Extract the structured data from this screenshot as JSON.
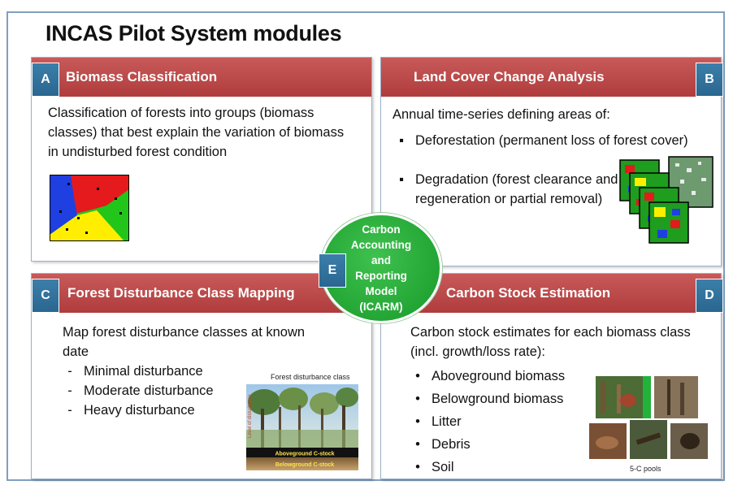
{
  "title": "INCAS Pilot System modules",
  "panels": {
    "a": {
      "badge": "A",
      "header": "Biomass Classification",
      "body": "Classification of forests into groups (biomass classes) that best explain the variation of biomass in undisturbed forest condition"
    },
    "b": {
      "badge": "B",
      "header": "Land Cover Change Analysis",
      "intro": "Annual time-series defining areas of:",
      "items": [
        "Deforestation (permanent loss of forest cover)",
        "Degradation (forest clearance and regeneration or partial removal)"
      ]
    },
    "c": {
      "badge": "C",
      "header": "Forest Disturbance Class Mapping",
      "intro": "Map forest disturbance classes at known date",
      "items": [
        "Minimal disturbance",
        "Moderate disturbance",
        "Heavy disturbance"
      ],
      "photo_title": "Forest disturbance class",
      "photo_axis": "Level of disturbance",
      "photo_band_1": "Aboveground C-stock",
      "photo_band_2": "Belowground C-stock"
    },
    "d": {
      "badge": "D",
      "header": "Carbon Stock Estimation",
      "intro": "Carbon stock estimates for each biomass class (incl. growth/loss rate):",
      "items": [
        "Aboveground biomass",
        "Belowground biomass",
        "Litter",
        "Debris",
        "Soil"
      ],
      "photo_caption": "5-C pools"
    }
  },
  "centre": {
    "badge": "E",
    "label": "Carbon\nAccounting\nand\nReporting\nModel\n(ICARM)"
  },
  "colors": {
    "header_red": "#b03c3c",
    "badge_blue": "#2a6690",
    "centre_green": "#189a2a",
    "map_red": "#e41a1c",
    "map_green": "#22c51a",
    "map_yellow": "#ffee00",
    "map_blue": "#1f3fe0"
  }
}
